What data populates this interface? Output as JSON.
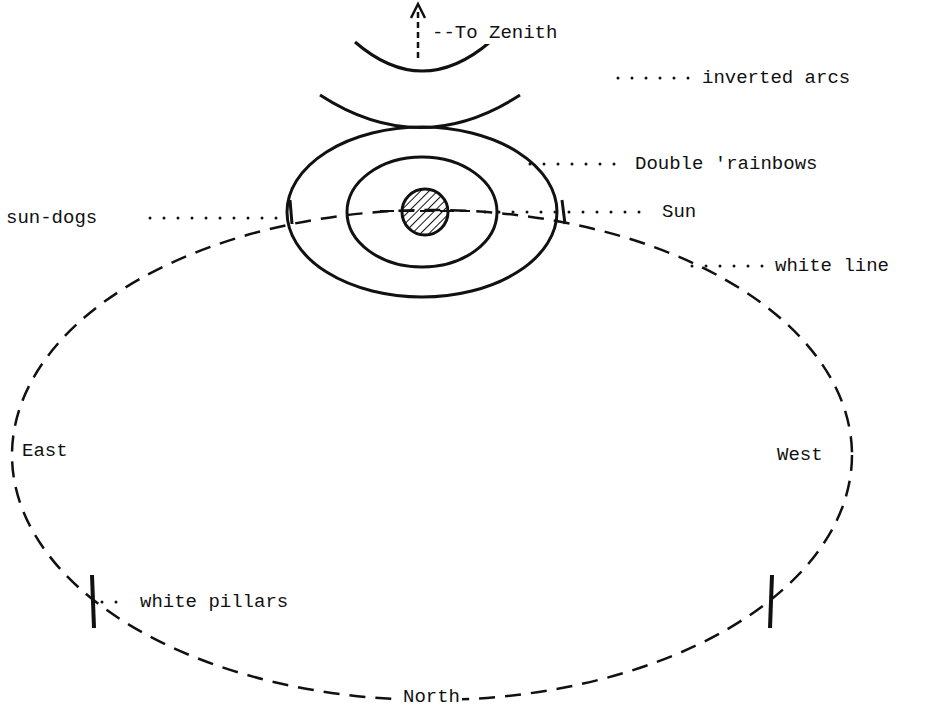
{
  "diagram": {
    "labels": [
      "--To Zenith",
      "inverted arcs",
      "Double 'rainbows",
      "sun-dogs",
      "Sun",
      "white line",
      "East",
      "West",
      "white pillars",
      "North"
    ]
  }
}
